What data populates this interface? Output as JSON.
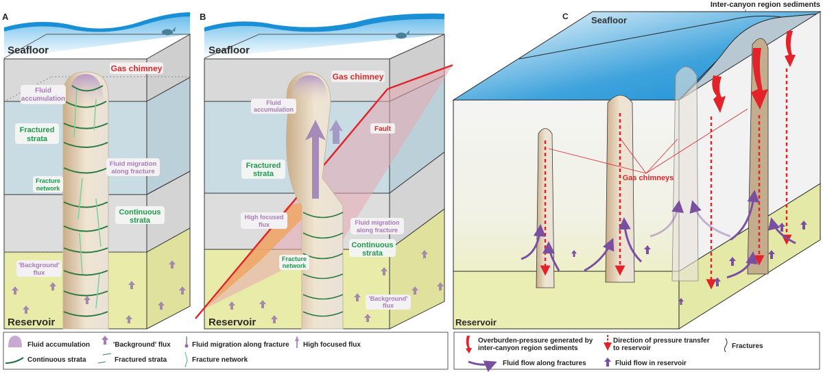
{
  "panels": {
    "a": {
      "letter": "A",
      "seafloor": "Seafloor",
      "reservoir": "Reservoir",
      "gas_chimney": "Gas chimney",
      "fluid_accumulation": [
        "Fluid",
        "accumulation"
      ],
      "fractured_strata": [
        "Fractured",
        "strata"
      ],
      "fluid_migration": [
        "Fluid migration",
        "along fracture"
      ],
      "fracture_network": [
        "Fracture",
        "network"
      ],
      "continuous_strata": [
        "Continuous",
        "strata"
      ],
      "background_flux": [
        "'Background'",
        "flux"
      ]
    },
    "b": {
      "letter": "B",
      "seafloor": "Seafloor",
      "reservoir": "Reservoir",
      "gas_chimney": "Gas chimney",
      "fluid_accumulation": [
        "Fluid",
        "accumulation"
      ],
      "fault": "Fault",
      "fractured_strata": [
        "Fractured",
        "strata"
      ],
      "high_focused_flux": [
        "High focused",
        "flux"
      ],
      "fluid_migration": [
        "Fluid migration",
        "along fracture"
      ],
      "continuous_strata": [
        "Continuous",
        "strata"
      ],
      "fracture_network": [
        "Fracture",
        "network"
      ],
      "background_flux": [
        "'Background'",
        "flux"
      ]
    },
    "c": {
      "letter": "C",
      "seafloor": "Seafloor",
      "reservoir": "Reservoir",
      "inter_canyon": "Inter-canyon region sediments",
      "gas_chimneys": "Gas chimneys"
    }
  },
  "legend_left": {
    "items": [
      {
        "icon": "fluid-accumulation",
        "label": "Fluid accumulation"
      },
      {
        "icon": "background-flux",
        "label": "'Background' flux"
      },
      {
        "icon": "fluid-migration",
        "label": "Fluid migration along fracture"
      },
      {
        "icon": "high-focused-flux",
        "label": "High focused flux"
      },
      {
        "icon": "continuous-strata",
        "label": "Continuous strata"
      },
      {
        "icon": "fractured-strata",
        "label": "Fractured strata"
      },
      {
        "icon": "fracture-network",
        "label": "Fracture network"
      }
    ]
  },
  "legend_right": {
    "items": [
      {
        "icon": "overburden-pressure",
        "label": [
          "Overburden-pressure generated by",
          "inter-canyon region sediments"
        ]
      },
      {
        "icon": "pressure-transfer",
        "label": [
          "Direction of pressure transfer",
          "to reservoir"
        ]
      },
      {
        "icon": "fractures",
        "label": [
          "Fractures"
        ]
      },
      {
        "icon": "fluid-flow-fractures",
        "label": [
          "Fluid flow along fractures"
        ]
      },
      {
        "icon": "fluid-flow-reservoir",
        "label": [
          "Fluid flow in reservoir"
        ]
      }
    ]
  },
  "colors": {
    "sea": "#1a8fd6",
    "gray_layer": "#d8d8d8",
    "blue_layer": "#c9dbe3",
    "reservoir": "#eaeaa8",
    "chimney": "#d7c4a8",
    "red": "#e3232a",
    "green": "#1e9a4e",
    "purple": "#a67db5",
    "dark_purple": "#7a4fa0"
  }
}
